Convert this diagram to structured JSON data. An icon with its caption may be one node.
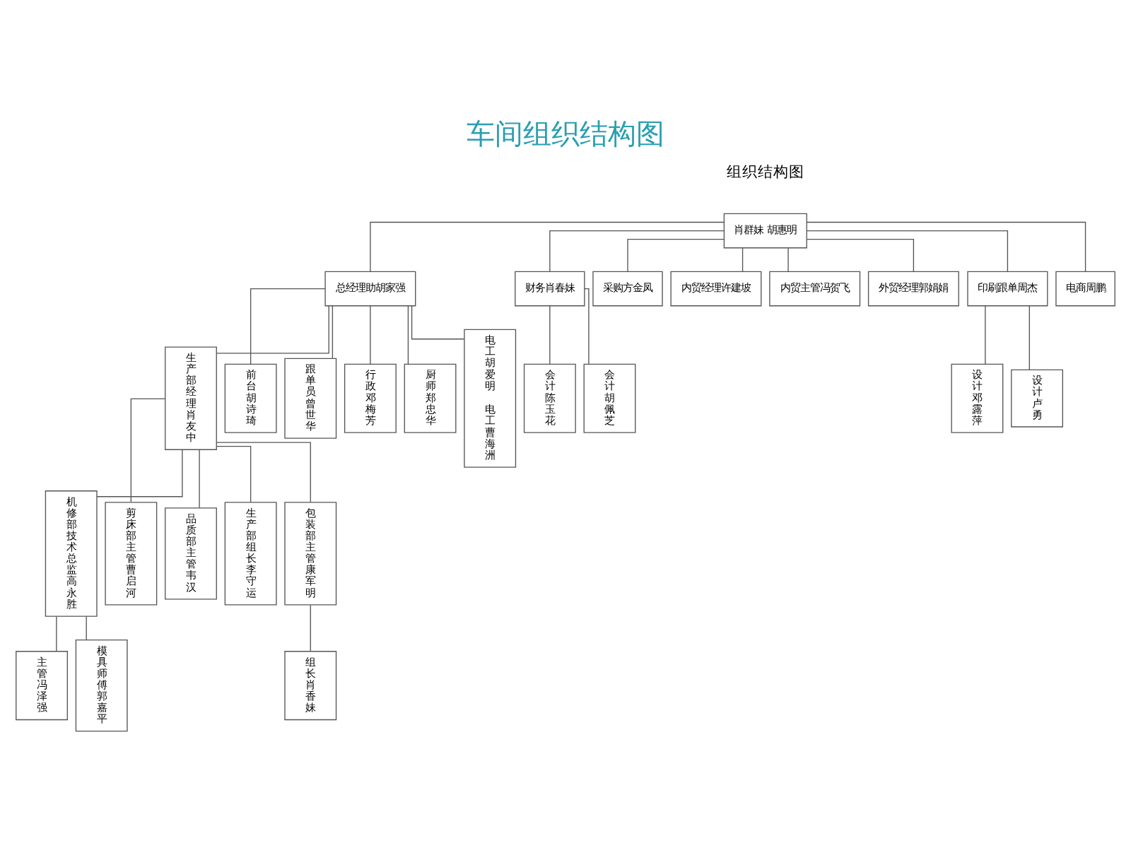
{
  "diagram": {
    "title": "车间组织结构图",
    "nodes": [
      {
        "text": [
          "肖群妹 胡惠明"
        ]
      },
      {
        "text": [
          "总经理助胡家强"
        ]
      },
      {
        "text": [
          "生产部经理肖友中"
        ]
      },
      {
        "text": [
          "机修部技术总监高永胜"
        ]
      },
      {
        "text": [
          "剪床部主管曹启河"
        ]
      },
      {
        "text": [
          "品质部主管韦汉"
        ]
      },
      {
        "text": [
          "生产部组长李守运"
        ]
      },
      {
        "text": [
          "包装部主管康军明"
        ]
      },
      {
        "text": [
          "前台胡诗琦"
        ]
      },
      {
        "text": [
          "跟单员曾世华"
        ]
      },
      {
        "text": [
          "行政邓梅芳"
        ]
      },
      {
        "text": [
          "厨师郑忠华"
        ]
      },
      {
        "text": [
          "电工胡爱明",
          "电工曹海洲"
        ]
      },
      {
        "text": [
          "财务肖春妹"
        ]
      },
      {
        "text": [
          "采购方金凤"
        ]
      },
      {
        "text": [
          "内贸经理许建坡"
        ]
      },
      {
        "text": [
          "内贸主管冯贺飞"
        ]
      },
      {
        "text": [
          "外贸经理郭娟娟"
        ]
      },
      {
        "text": [
          "印刷跟单周杰"
        ]
      },
      {
        "text": [
          "电商周鹏"
        ]
      },
      {
        "text": [
          "主管冯泽强"
        ]
      },
      {
        "text": [
          "模具师傅郭嘉平"
        ]
      },
      {
        "text": [
          "组长肖香妹"
        ]
      },
      {
        "text": [
          "会计陈玉花"
        ]
      },
      {
        "text": [
          "会计胡佩芝"
        ]
      },
      {
        "text": [
          "设计邓露萍"
        ]
      },
      {
        "text": [
          "设计卢勇"
        ]
      }
    ],
    "edges": [
      {
        "from": 0,
        "to": 1,
        "arrow": "none"
      },
      {
        "from": 1,
        "to": 2,
        "arrow": "none"
      },
      {
        "from": 2,
        "to": 3,
        "arrow": "none"
      },
      {
        "from": 2,
        "to": 4,
        "arrow": "none"
      },
      {
        "from": 2,
        "to": 5,
        "arrow": "none"
      },
      {
        "from": 2,
        "to": 6,
        "arrow": "none"
      },
      {
        "from": 2,
        "to": 7,
        "arrow": "none"
      },
      {
        "from": 1,
        "to": 8,
        "arrow": "none"
      },
      {
        "from": 1,
        "to": 9,
        "arrow": "none"
      },
      {
        "from": 1,
        "to": 10,
        "arrow": "none"
      },
      {
        "from": 1,
        "to": 11,
        "arrow": "none"
      },
      {
        "from": 1,
        "to": 12,
        "arrow": "none"
      },
      {
        "from": 0,
        "to": 13,
        "arrow": "none"
      },
      {
        "from": 0,
        "to": 14,
        "arrow": "none"
      },
      {
        "from": 0,
        "to": 15,
        "arrow": "none"
      },
      {
        "from": 0,
        "to": 16,
        "arrow": "none"
      },
      {
        "from": 0,
        "to": 17,
        "arrow": "none"
      },
      {
        "from": 0,
        "to": 18,
        "arrow": "none"
      },
      {
        "from": 0,
        "to": 19,
        "arrow": "none"
      },
      {
        "from": 3,
        "to": 20,
        "arrow": "none"
      },
      {
        "from": 3,
        "to": 21,
        "arrow": "none"
      },
      {
        "from": 7,
        "to": 22,
        "arrow": "none"
      },
      {
        "from": 13,
        "to": 23,
        "arrow": "none"
      },
      {
        "from": 13,
        "to": 24,
        "arrow": "none"
      },
      {
        "from": 18,
        "to": 25,
        "arrow": "none"
      },
      {
        "from": 18,
        "to": 26,
        "arrow": "none"
      }
    ],
    "labels": [
      "组织结构图"
    ]
  }
}
